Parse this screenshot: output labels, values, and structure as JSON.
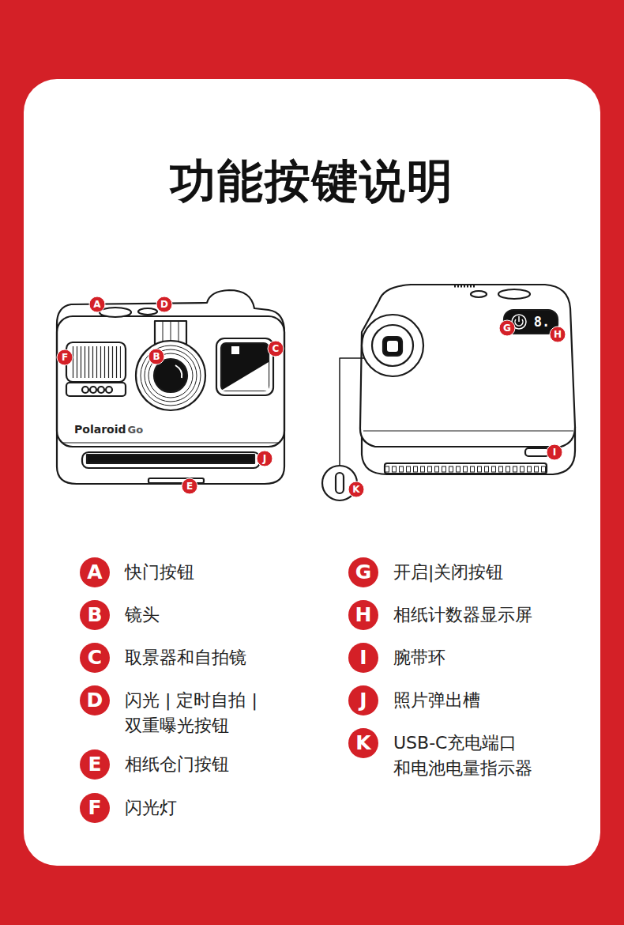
{
  "diagram": {
    "title": "功能按键说明",
    "labels": [
      "A",
      "D",
      "F",
      "B",
      "C",
      "J",
      "E",
      "G",
      "H",
      "I",
      "K",
      "Polaroid",
      "Go",
      "8.",
      "A",
      "快门按钮",
      "B",
      "镜头",
      "C",
      "取景器和自拍镜",
      "D",
      "闪光 | 定时自拍 | 双重曝光按钮",
      "E",
      "相纸仓门按钮",
      "F",
      "闪光灯",
      "G",
      "开启|关闭按钮",
      "H",
      "相纸计数器显示屏",
      "I",
      "腕带环",
      "J",
      "照片弹出槽",
      "K",
      "USB-C充电端口 和电池电量指示器"
    ]
  }
}
